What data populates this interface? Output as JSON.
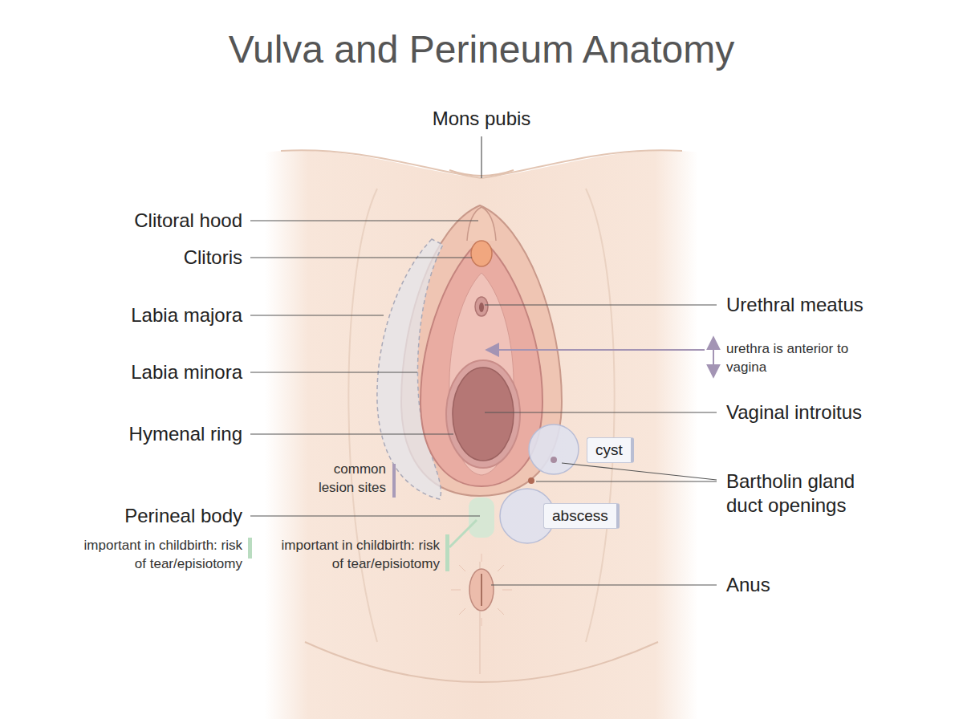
{
  "diagram": {
    "title": "Vulva and Perineum Anatomy",
    "nodes": [
      {
        "text": [
          "cyst"
        ]
      },
      {
        "text": [
          "abscess"
        ]
      }
    ],
    "labels": [
      "Mons pubis",
      "Clitoral hood",
      "Clitoris",
      "Labia majora",
      "Urethral meatus",
      "urethra is anterior to vagina",
      "Labia minora",
      "Vaginal introitus",
      "Hymenal ring",
      "Bartholin gland duct openings",
      "common lesion sites",
      "Perineal body",
      "important in childbirth: risk of tear/episiotomy",
      "important in childbirth: risk of tear/episiotomy",
      "Anus"
    ]
  }
}
